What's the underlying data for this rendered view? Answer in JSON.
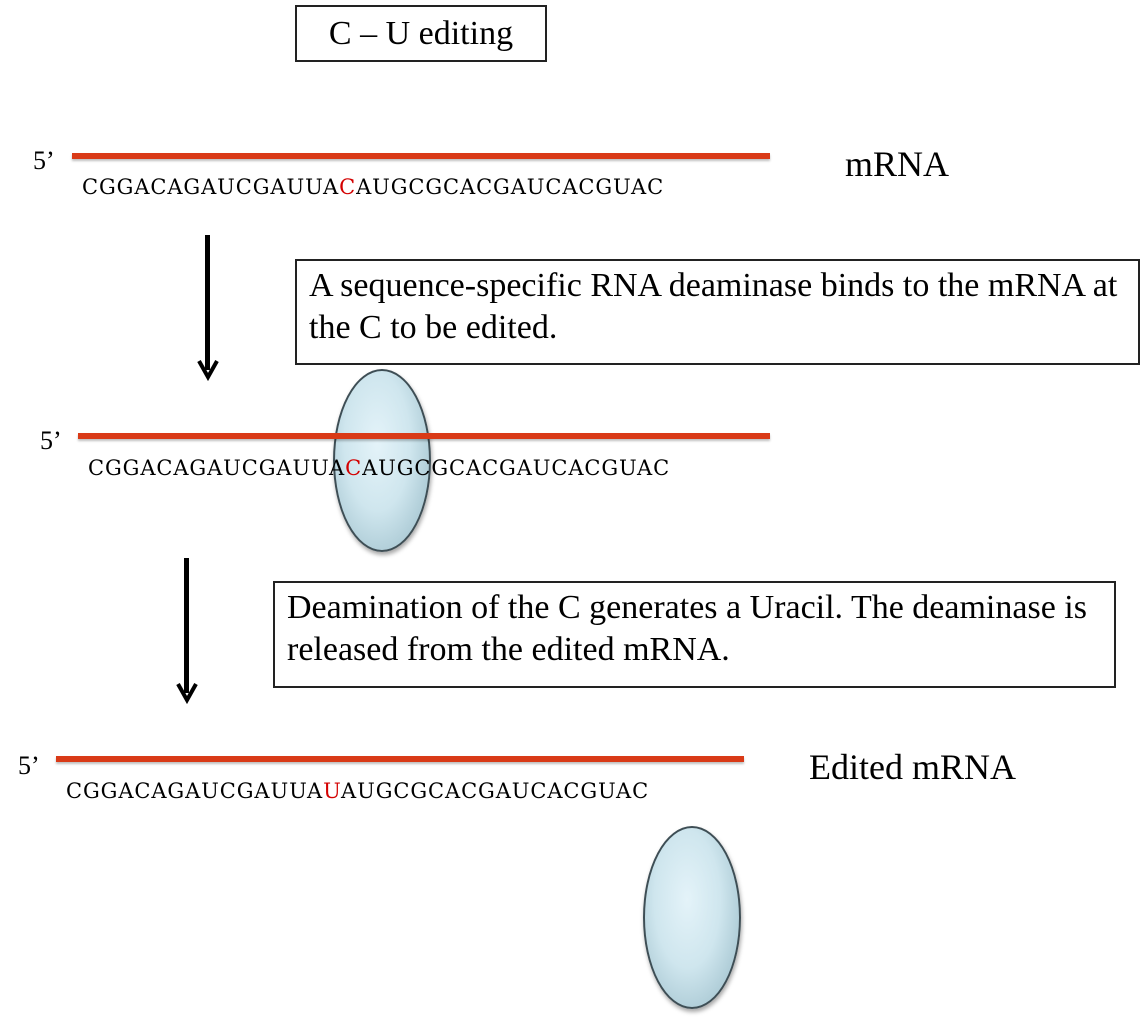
{
  "title": "C – U editing",
  "colors": {
    "strand": "#d93a17",
    "edited_base": "#d30000",
    "enzyme": "#cfe6ee"
  },
  "rows": [
    {
      "prime": "5’",
      "seq_before": "CGGACAGAUCGAUUA",
      "seq_edit": "C",
      "seq_after": "AUGCGCACGAUCACGUAC",
      "label": "mRNA"
    },
    {
      "prime": "5’",
      "seq_before": "CGGACAGAUCGAUUA",
      "seq_edit": "C",
      "seq_after": "AUGCGCACGAUCACGUAC"
    },
    {
      "prime": "5’",
      "seq_before": "CGGACAGAUCGAUUA",
      "seq_edit": "U",
      "seq_after": "AUGCGCACGAUCACGUAC",
      "label": "Edited mRNA"
    }
  ],
  "notes": {
    "step1": "A sequence-specific RNA deaminase binds to the mRNA at the C to be edited.",
    "step2": "Deamination of the C generates a Uracil. The deaminase is released from the edited mRNA."
  }
}
